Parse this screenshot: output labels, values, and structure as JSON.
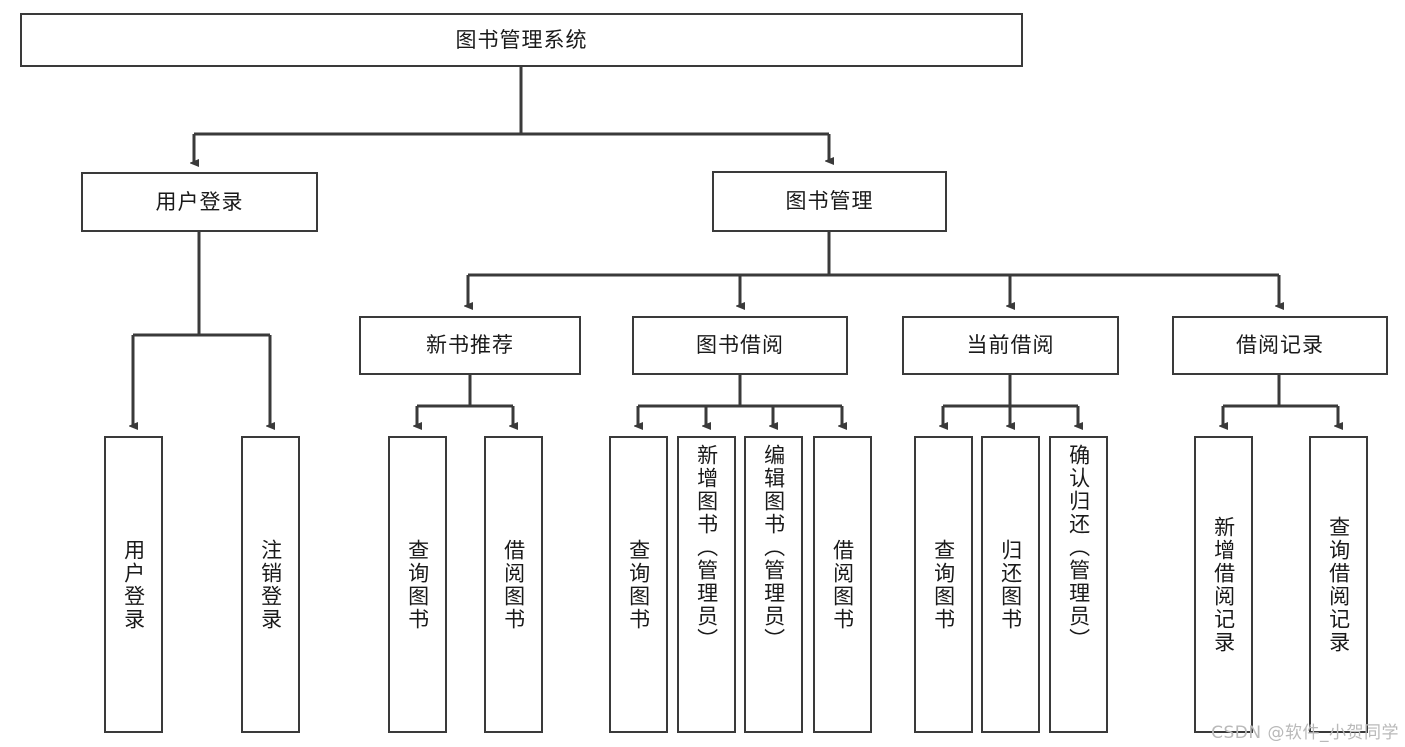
{
  "diagram": {
    "type": "tree-hierarchy",
    "background_color": "#ffffff",
    "border_color": "#3a3a3a",
    "text_color": "#1a1a1a",
    "root": {
      "id": "root",
      "label": "图书管理系统"
    },
    "level1": [
      {
        "id": "user-login",
        "label": "用户登录"
      },
      {
        "id": "book-manage",
        "label": "图书管理"
      }
    ],
    "level2": [
      {
        "id": "new-book-rec",
        "label": "新书推荐",
        "parent": "book-manage"
      },
      {
        "id": "book-borrow",
        "label": "图书借阅",
        "parent": "book-manage"
      },
      {
        "id": "current-borrow",
        "label": "当前借阅",
        "parent": "book-manage"
      },
      {
        "id": "borrow-record",
        "label": "借阅记录",
        "parent": "book-manage"
      }
    ],
    "leaves": [
      {
        "id": "leaf-user-login",
        "label": "用户登录",
        "parent": "user-login"
      },
      {
        "id": "leaf-logout",
        "label": "注销登录",
        "parent": "user-login"
      },
      {
        "id": "leaf-query-book-1",
        "label": "查询图书",
        "parent": "new-book-rec"
      },
      {
        "id": "leaf-borrow-book-1",
        "label": "借阅图书",
        "parent": "new-book-rec"
      },
      {
        "id": "leaf-query-book-2",
        "label": "查询图书",
        "parent": "book-borrow"
      },
      {
        "id": "leaf-add-book",
        "label": "新增图书（管理员）",
        "parent": "book-borrow"
      },
      {
        "id": "leaf-edit-book",
        "label": "编辑图书（管理员）",
        "parent": "book-borrow"
      },
      {
        "id": "leaf-borrow-book-2",
        "label": "借阅图书",
        "parent": "book-borrow"
      },
      {
        "id": "leaf-query-book-3",
        "label": "查询图书",
        "parent": "current-borrow"
      },
      {
        "id": "leaf-return-book",
        "label": "归还图书",
        "parent": "current-borrow"
      },
      {
        "id": "leaf-confirm-return",
        "label": "确认归还（管理员）",
        "parent": "current-borrow"
      },
      {
        "id": "leaf-add-record",
        "label": "新增借阅记录",
        "parent": "borrow-record"
      },
      {
        "id": "leaf-query-record",
        "label": "查询借阅记录",
        "parent": "borrow-record"
      }
    ]
  },
  "watermark": {
    "text": "CSDN @软件_小贺同学"
  }
}
